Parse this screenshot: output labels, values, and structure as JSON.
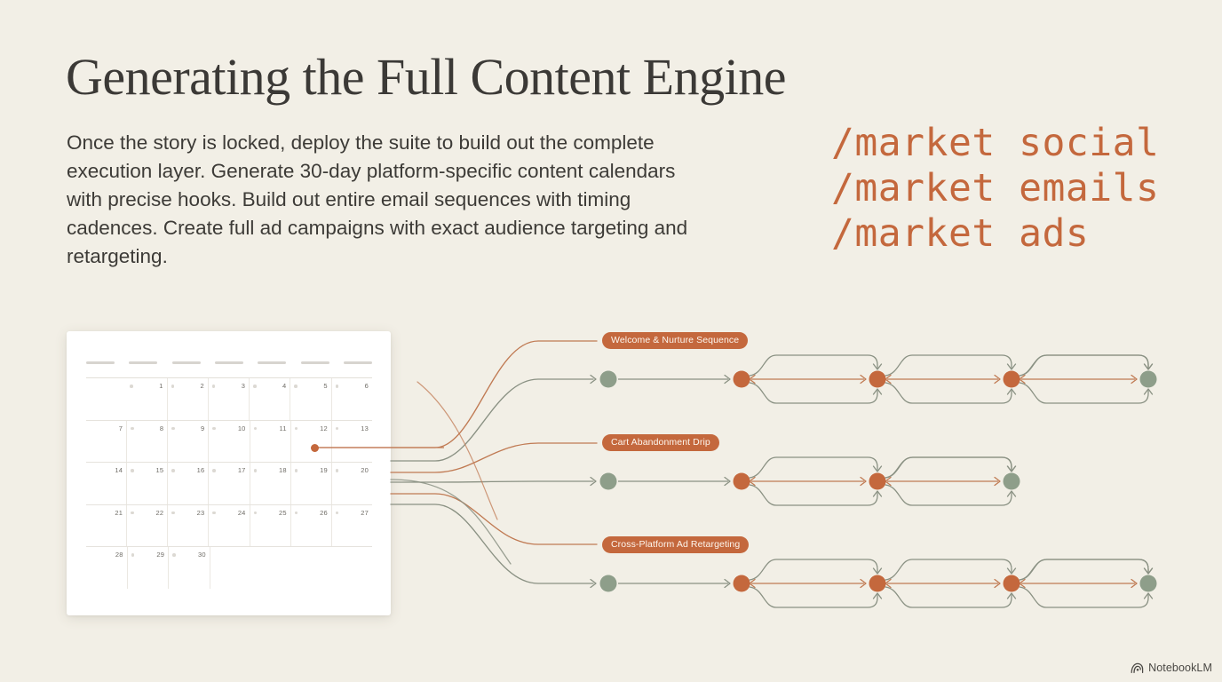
{
  "slide": {
    "title": "Generating the Full Content Engine",
    "subtitle": "Once the story is locked, deploy the suite to build out the complete execution layer. Generate 30-day platform-specific content calendars with precise hooks. Build out entire email sequences with timing cadences. Create full ad campaigns with exact audience targeting and retargeting.",
    "background_color": "#f2efe6"
  },
  "commands": [
    {
      "text": "/market social"
    },
    {
      "text": "/market emails"
    },
    {
      "text": "/market ads"
    }
  ],
  "calendar": {
    "day_header_count": 7,
    "weeks": [
      [
        "",
        "1",
        "2",
        "3",
        "4",
        "5",
        "6"
      ],
      [
        "7",
        "8",
        "9",
        "10",
        "11",
        "12",
        "13"
      ],
      [
        "14",
        "15",
        "16",
        "17",
        "18",
        "19",
        "20"
      ],
      [
        "21",
        "22",
        "23",
        "24",
        "25",
        "26",
        "27"
      ],
      [
        "28",
        "29",
        "30",
        "",
        "",
        "",
        ""
      ]
    ],
    "highlight_day": "12",
    "highlight_color": "#c4683d"
  },
  "flows": [
    {
      "label": "Welcome & Nurture Sequence",
      "nodes": [
        {
          "kind": "start",
          "color": "#8e9e8a"
        },
        {
          "kind": "step",
          "color": "#c4683d"
        },
        {
          "kind": "step",
          "color": "#c4683d"
        },
        {
          "kind": "step",
          "color": "#c4683d"
        },
        {
          "kind": "end",
          "color": "#8e9e8a"
        }
      ]
    },
    {
      "label": "Cart Abandonment Drip",
      "nodes": [
        {
          "kind": "start",
          "color": "#8e9e8a"
        },
        {
          "kind": "step",
          "color": "#c4683d"
        },
        {
          "kind": "step",
          "color": "#c4683d"
        },
        {
          "kind": "end",
          "color": "#8e9e8a"
        }
      ]
    },
    {
      "label": "Cross-Platform Ad Retargeting",
      "nodes": [
        {
          "kind": "start",
          "color": "#8e9e8a"
        },
        {
          "kind": "step",
          "color": "#c4683d"
        },
        {
          "kind": "step",
          "color": "#c4683d"
        },
        {
          "kind": "step",
          "color": "#c4683d"
        },
        {
          "kind": "end",
          "color": "#8e9e8a"
        }
      ]
    }
  ],
  "footer": {
    "brand": "NotebookLM"
  },
  "colors": {
    "terracotta": "#c4683d",
    "sage": "#8e9e8a",
    "ink": "#3b3936",
    "connector_sage": "#8a9183",
    "connector_terracotta": "#c07a53"
  }
}
